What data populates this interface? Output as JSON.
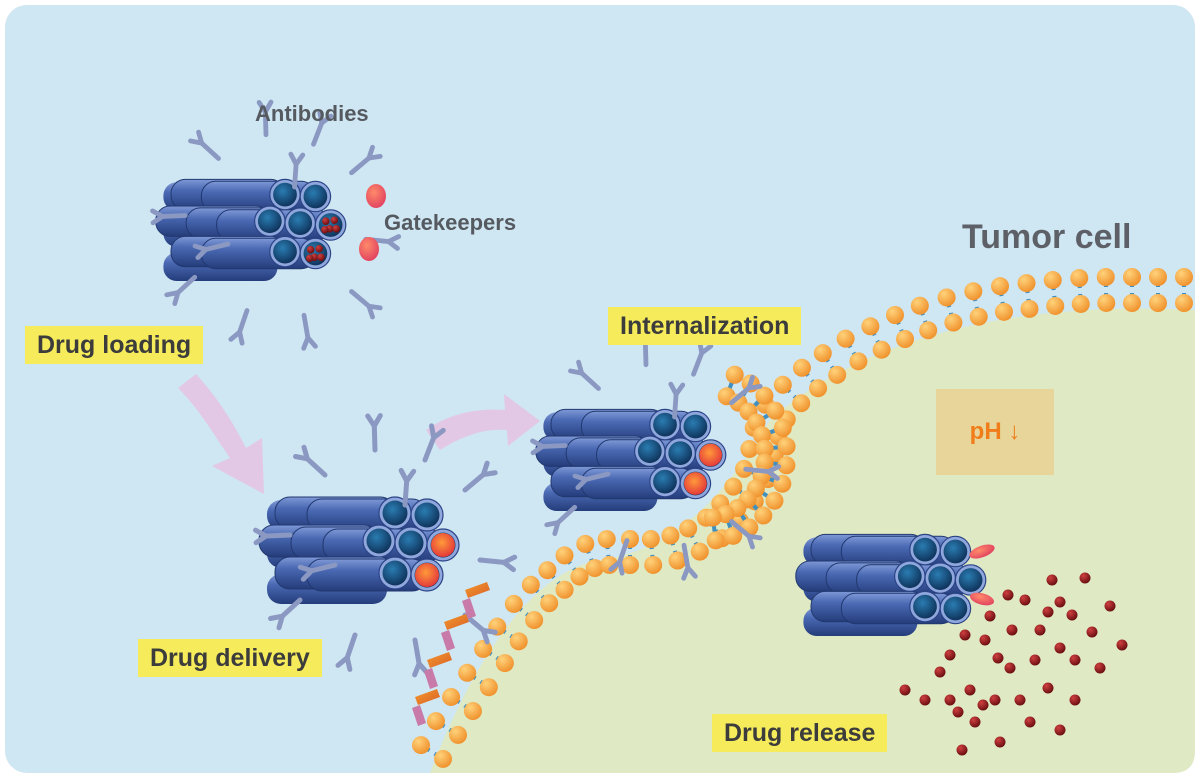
{
  "labels": {
    "antibodies": "Antibodies",
    "gatekeepers": "Gatekeepers",
    "tumor_cell": "Tumor cell",
    "drug_loading": "Drug loading",
    "drug_delivery": "Drug delivery",
    "internalization": "Internalization",
    "ph": "pH ↓",
    "drug_release": "Drug release"
  },
  "colors": {
    "extracellular": "#cfe6f3",
    "intracellular": "#dfeac4",
    "label_highlight": "#f6ec5b",
    "ph_box": "#e7d59a",
    "ph_text": "#f07d1a",
    "lipid_head": "#f5a53a",
    "lipid_tail": "#3f8fc0",
    "nanoparticle": "#3f5fa8",
    "gatekeeper": "#ee5a50",
    "drug": "#8a1e1e",
    "antibody": "#8a98c2",
    "arrow": "#e2c8e4",
    "ligand": "#f07a1a"
  }
}
